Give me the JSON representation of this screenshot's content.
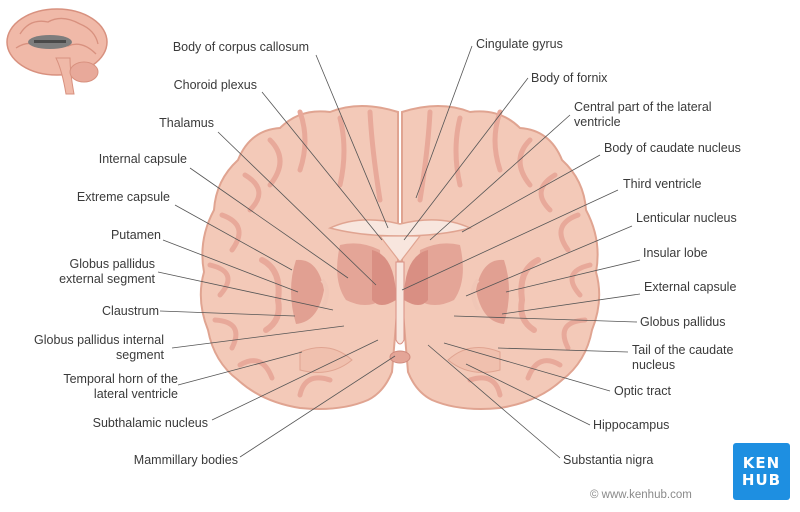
{
  "labels_left": [
    {
      "key": "body_cc",
      "lines": [
        "Body of corpus callosum"
      ]
    },
    {
      "key": "choroid",
      "lines": [
        "Choroid plexus"
      ]
    },
    {
      "key": "thalamus",
      "lines": [
        "Thalamus"
      ]
    },
    {
      "key": "int_capsule",
      "lines": [
        "Internal capsule"
      ]
    },
    {
      "key": "ext_capsule_x",
      "lines": [
        "Extreme capsule"
      ]
    },
    {
      "key": "putamen",
      "lines": [
        "Putamen"
      ]
    },
    {
      "key": "gp_ext",
      "lines": [
        "Globus pallidus",
        "external segment"
      ]
    },
    {
      "key": "claustrum",
      "lines": [
        "Claustrum"
      ]
    },
    {
      "key": "gp_int",
      "lines": [
        "Globus pallidus internal",
        "segment"
      ]
    },
    {
      "key": "temporal_horn",
      "lines": [
        "Temporal horn of the",
        "lateral ventricle"
      ]
    },
    {
      "key": "subthalamic",
      "lines": [
        "Subthalamic nucleus"
      ]
    },
    {
      "key": "mammillary",
      "lines": [
        "Mammillary bodies"
      ]
    }
  ],
  "labels_right": [
    {
      "key": "cingulate",
      "lines": [
        "Cingulate gyrus"
      ]
    },
    {
      "key": "fornix",
      "lines": [
        "Body of fornix"
      ]
    },
    {
      "key": "central_lv",
      "lines": [
        "Central part of the lateral",
        "ventricle"
      ]
    },
    {
      "key": "caudate_body",
      "lines": [
        "Body of caudate nucleus"
      ]
    },
    {
      "key": "third_v",
      "lines": [
        "Third ventricle"
      ]
    },
    {
      "key": "lenticular",
      "lines": [
        "Lenticular nucleus"
      ]
    },
    {
      "key": "insular",
      "lines": [
        "Insular lobe"
      ]
    },
    {
      "key": "external_capsule",
      "lines": [
        "External capsule"
      ]
    },
    {
      "key": "gp",
      "lines": [
        "Globus pallidus"
      ]
    },
    {
      "key": "caudate_tail",
      "lines": [
        "Tail of the caudate",
        "nucleus"
      ]
    },
    {
      "key": "optic",
      "lines": [
        "Optic tract"
      ]
    },
    {
      "key": "hippocampus",
      "lines": [
        "Hippocampus"
      ]
    },
    {
      "key": "nigra",
      "lines": [
        "Substantia nigra"
      ]
    }
  ],
  "logo": {
    "line1": "KEN",
    "line2": "HUB"
  },
  "copyright": "© www.kenhub.com",
  "colors": {
    "brain": "#f3c9b8",
    "cortex_fold": "#e8a99a",
    "deep_grey": "#d98f83",
    "ventricle": "#f8e6de",
    "logo": "#1e8fe1"
  }
}
